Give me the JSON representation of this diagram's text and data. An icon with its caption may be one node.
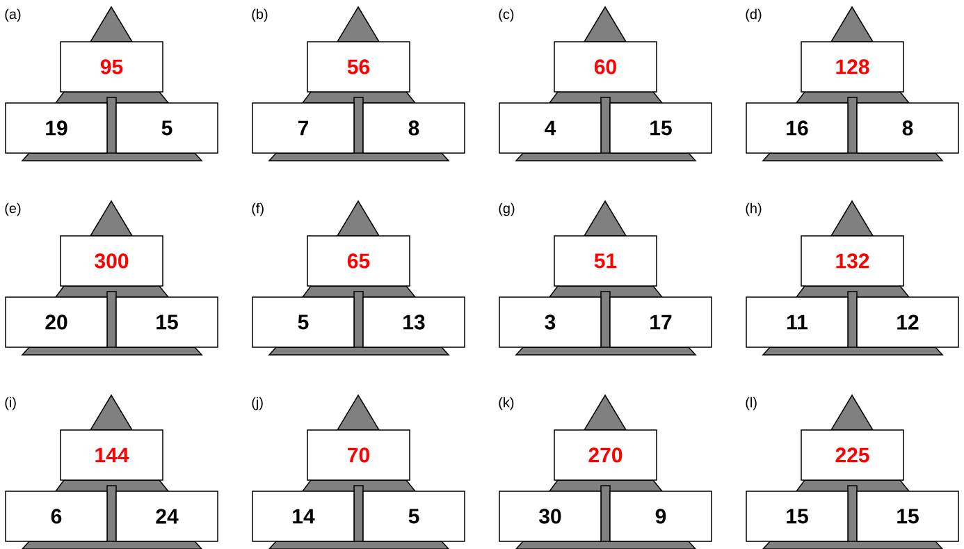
{
  "diagram": {
    "nodes": [
      {
        "text": [
          "95"
        ]
      },
      {
        "text": [
          "19"
        ]
      },
      {
        "text": [
          "5"
        ]
      },
      {
        "text": [
          "56"
        ]
      },
      {
        "text": [
          "7"
        ]
      },
      {
        "text": [
          "8"
        ]
      },
      {
        "text": [
          "60"
        ]
      },
      {
        "text": [
          "4"
        ]
      },
      {
        "text": [
          "15"
        ]
      },
      {
        "text": [
          "128"
        ]
      },
      {
        "text": [
          "16"
        ]
      },
      {
        "text": [
          "8"
        ]
      },
      {
        "text": [
          "300"
        ]
      },
      {
        "text": [
          "20"
        ]
      },
      {
        "text": [
          "15"
        ]
      },
      {
        "text": [
          "65"
        ]
      },
      {
        "text": [
          "5"
        ]
      },
      {
        "text": [
          "13"
        ]
      },
      {
        "text": [
          "51"
        ]
      },
      {
        "text": [
          "3"
        ]
      },
      {
        "text": [
          "17"
        ]
      },
      {
        "text": [
          "132"
        ]
      },
      {
        "text": [
          "11"
        ]
      },
      {
        "text": [
          "12"
        ]
      },
      {
        "text": [
          "144"
        ]
      },
      {
        "text": [
          "6"
        ]
      },
      {
        "text": [
          "24"
        ]
      },
      {
        "text": [
          "70"
        ]
      },
      {
        "text": [
          "14"
        ]
      },
      {
        "text": [
          "5"
        ]
      },
      {
        "text": [
          "270"
        ]
      },
      {
        "text": [
          "30"
        ]
      },
      {
        "text": [
          "9"
        ]
      },
      {
        "text": [
          "225"
        ]
      },
      {
        "text": [
          "15"
        ]
      },
      {
        "text": [
          "15"
        ]
      }
    ],
    "labels": [
      "(a)",
      "(b)",
      "(c)",
      "(d)",
      "(e)",
      "(f)",
      "(g)",
      "(h)",
      "(i)",
      "(j)",
      "(k)",
      "(l)"
    ]
  }
}
